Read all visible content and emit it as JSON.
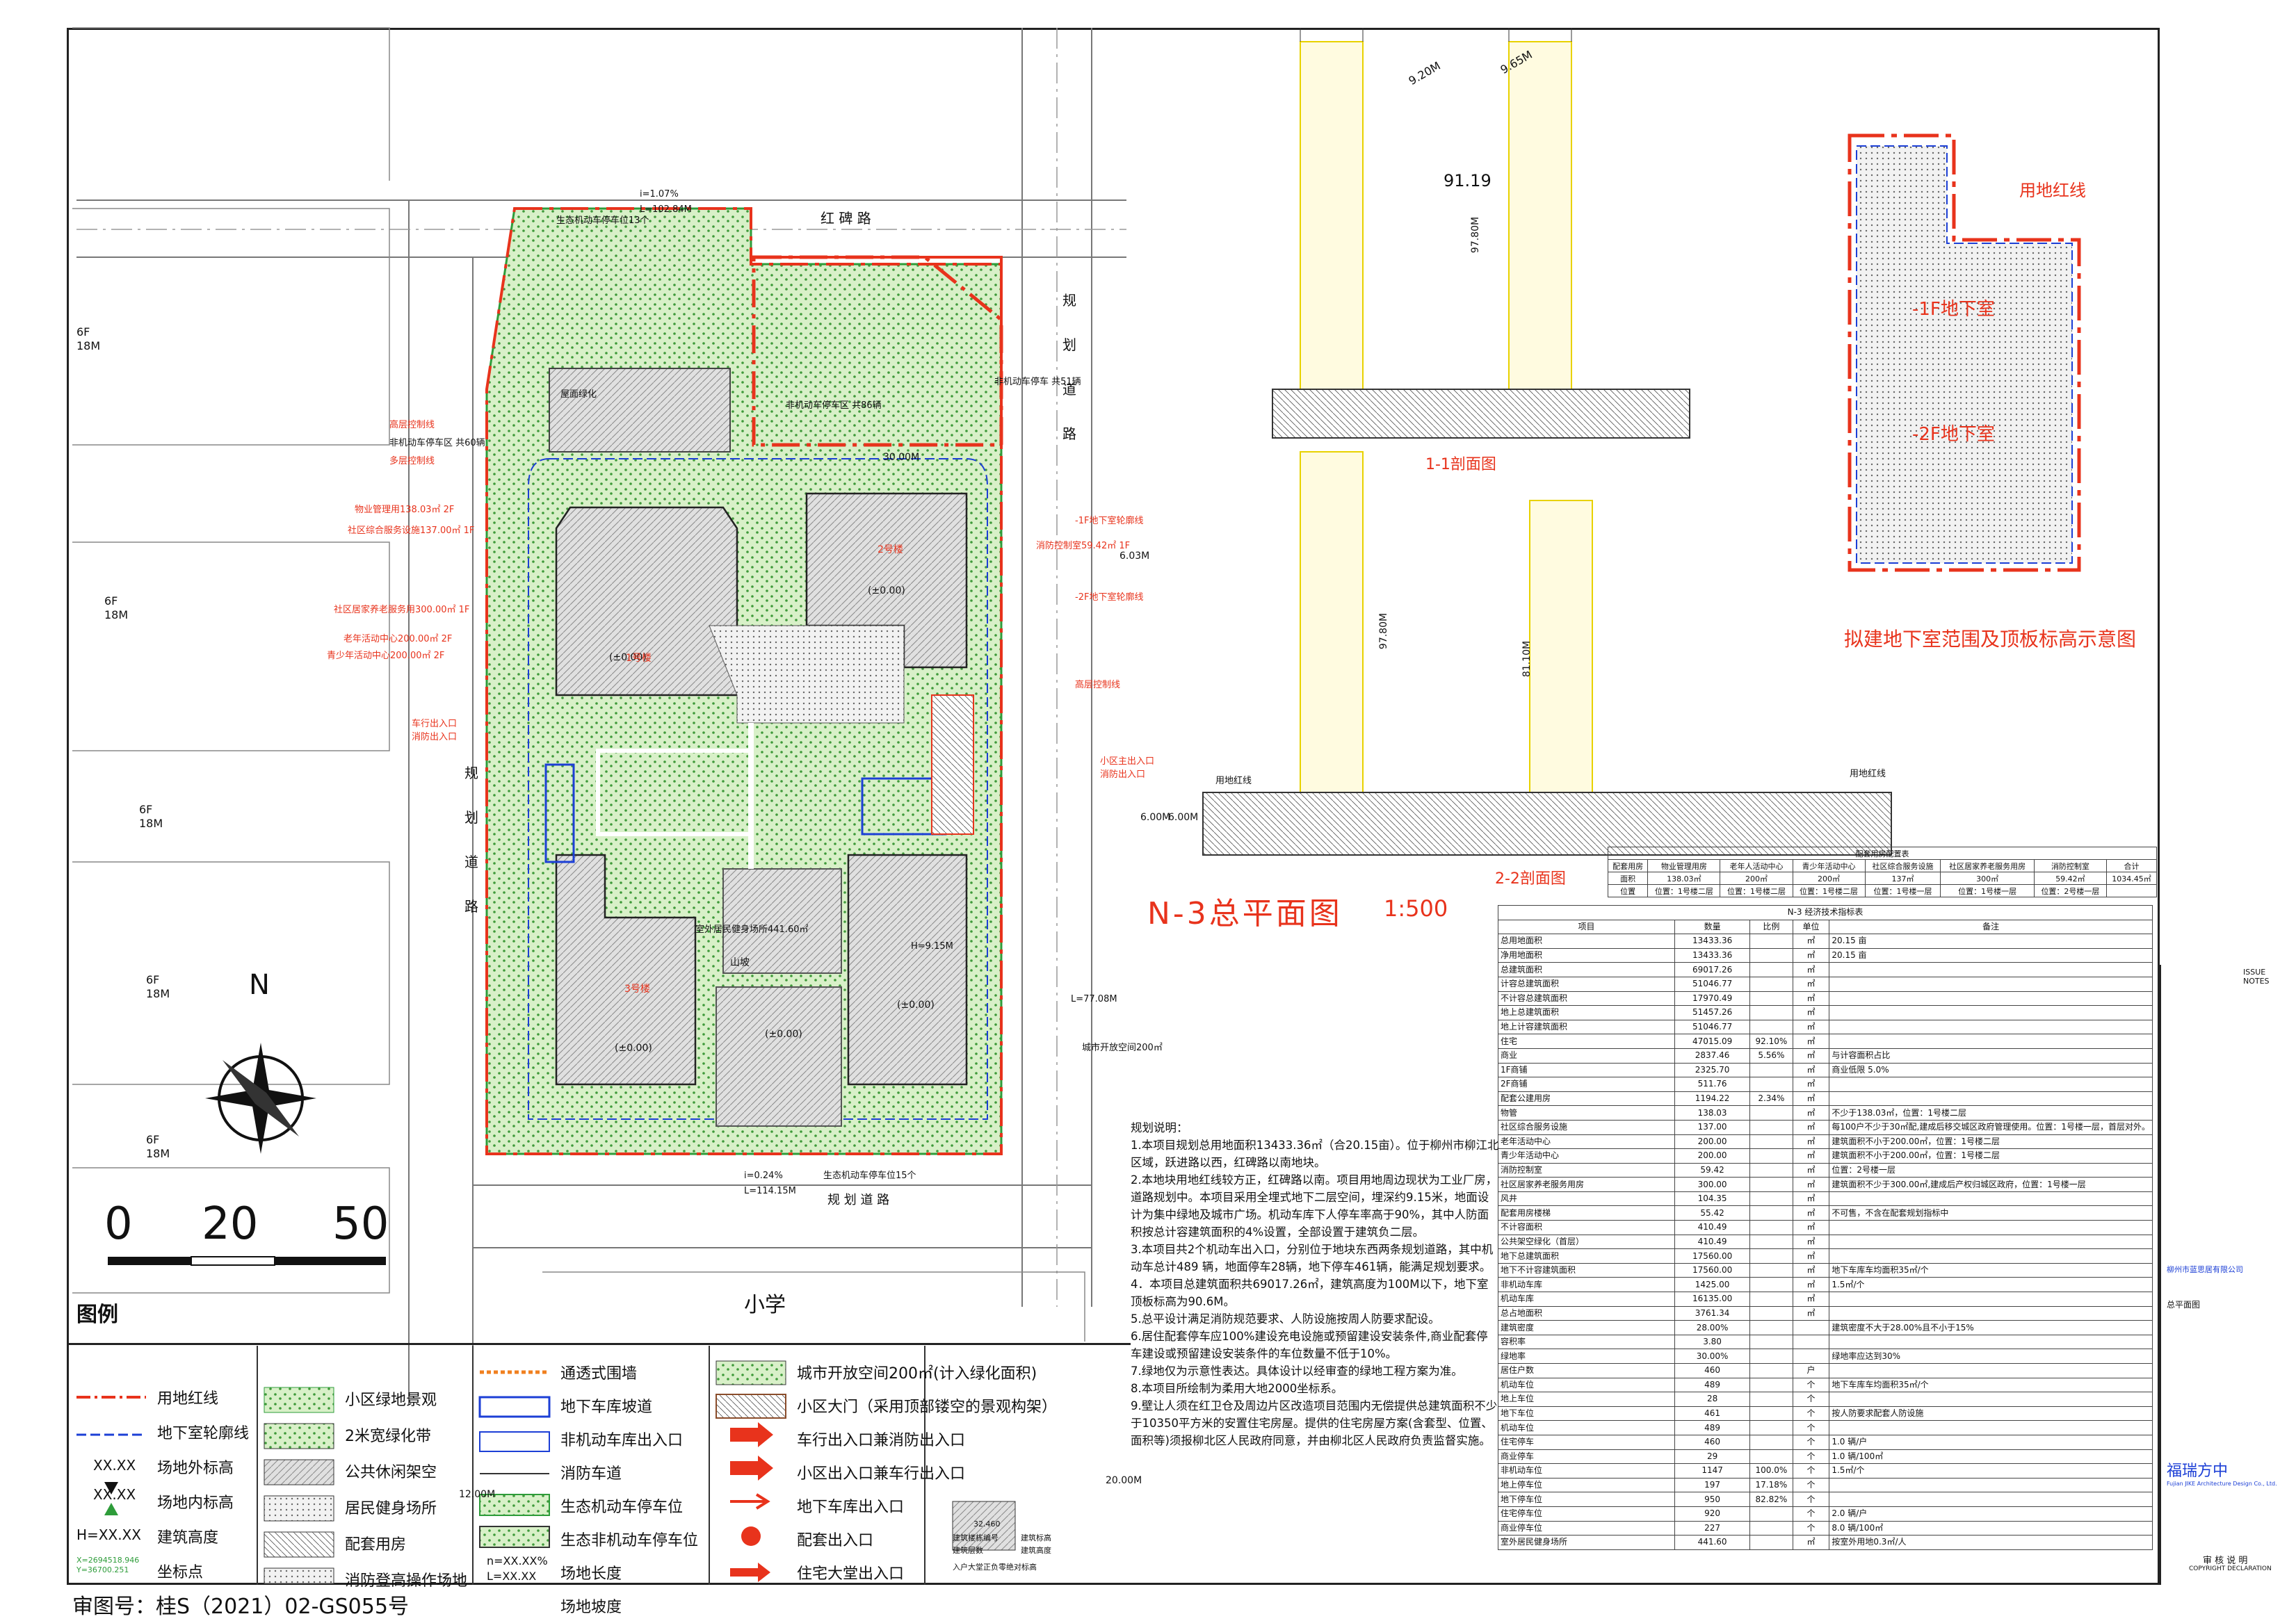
{
  "drawing": {
    "title": "N-3总平面图",
    "scale": "1:500",
    "audit_no": "审图号：桂S（2021）02-GS055号"
  },
  "roads": {
    "north": "红 碑 路",
    "east": "规 划 道 路",
    "west": "规 划 道 路",
    "south": "规 划 道 路",
    "school": "小学"
  },
  "neighbors": [
    "6F\n18M",
    "6F\n18M",
    "6F\n18M",
    "6F\n18M",
    "6F\n18M"
  ],
  "neighbor_label_a": "6F",
  "neighbor_label_b": "18M",
  "site_labels": {
    "slope_top": "i=1.07%",
    "level_top": "L=102.84M",
    "eco_parking_north": "生态机动车停车位13个",
    "nonmotor_86": "非机动车停车区 共86辆",
    "nonmotor_51": "非机动车停车 共51辆",
    "nonmotor_60": "非机动车停车区 共60辆",
    "height_ctrl": "高层控制线",
    "multi_ctrl": "多层控制线",
    "property": "物业管理用138.03㎡ 2F",
    "community_service": "社区综合服务设施137.00㎡ 1F",
    "elderly_care": "社区居家养老服务用300.00㎡ 1F",
    "elderly_center": "老年活动中心200.00㎡ 2F",
    "youth_center": "青少年活动中心200.00㎡ 2F",
    "car_entrance_fire": "车行出入口 消防出入口",
    "fire_control": "消防控制室59.42㎡ 1F",
    "b1_garage": "-1F地下室轮廓线",
    "b2_garage": "-2F地下室轮廓线",
    "height_label": "高层控制线",
    "community_entrance": "小区主出入口 消防出入口",
    "fitness": "室外居民健身场所441.60㎡",
    "open_space": "城市开放空间200㎡",
    "eco_parking_south": "生态机动车停车位15个",
    "slope_bottom": "i=0.24%",
    "level_bottom": "L=114.15M",
    "width_30": "30.00M",
    "width_6": "6.03M",
    "width_6b": "6.00M",
    "width_20": "20.00M",
    "width_12": "12.00M",
    "height_77": "L=77.08M",
    "height_9": "H=9.15M",
    "green_roof": "屋面绿化",
    "zero_a": "(±0.00)",
    "zero_b": "(±0.00)",
    "zero_c": "(±0.00)",
    "zero_d": "(±0.00)",
    "zero_e": "(±0.00)",
    "hill": "山坡",
    "tower_3": "3号楼",
    "tower_1": "1号楼",
    "tower_2": "2号楼"
  },
  "section_1": {
    "title": "1-1剖面图",
    "h_top": "91.19",
    "dim_a": "9.20M",
    "dim_b": "9.65M",
    "dim_h": "97.80M"
  },
  "section_2": {
    "title": "2-2剖面图",
    "dim_h1": "97.80M",
    "dim_h2": "81.10M",
    "dim_w": "6.00M",
    "red_line_a": "用地红线",
    "red_line_b": "用地红线"
  },
  "basement": {
    "title": "拟建地下室范围及顶板标高示意图",
    "red_line": "用地红线",
    "b1": "-1F地下室",
    "b2": "-2F地下室"
  },
  "config_table": {
    "caption": "配套用房配置表",
    "header": [
      "配套用房",
      "物业管理用房",
      "老年人活动中心",
      "青少年活动中心",
      "社区综合服务设施",
      "社区居家养老服务用房",
      "消防控制室",
      "合计"
    ],
    "row_area": [
      "面积",
      "138.03㎡",
      "200㎡",
      "200㎡",
      "137㎡",
      "300㎡",
      "59.42㎡",
      "1034.45㎡"
    ],
    "row_pos": [
      "位置",
      "位置：1号楼二层",
      "位置：1号楼二层",
      "位置：1号楼二层",
      "位置：1号楼一层",
      "位置：1号楼一层",
      "位置：2号楼一层",
      ""
    ]
  },
  "econ_table": {
    "caption": "N-3 经济技术指标表",
    "header": [
      "项目",
      "数量",
      "比例",
      "单位",
      "备注"
    ],
    "rows": [
      [
        "总用地面积",
        "13433.36",
        "",
        "㎡",
        "20.15 亩"
      ],
      [
        "净用地面积",
        "13433.36",
        "",
        "㎡",
        "20.15 亩"
      ],
      [
        "总建筑面积",
        "69017.26",
        "",
        "㎡",
        ""
      ],
      [
        "计容总建筑面积",
        "51046.77",
        "",
        "㎡",
        ""
      ],
      [
        "不计容总建筑面积",
        "17970.49",
        "",
        "㎡",
        ""
      ],
      [
        "地上总建筑面积",
        "51457.26",
        "",
        "㎡",
        ""
      ],
      [
        "地上计容建筑面积",
        "51046.77",
        "",
        "㎡",
        ""
      ],
      [
        "住宅",
        "47015.09",
        "92.10%",
        "㎡",
        ""
      ],
      [
        "商业",
        "2837.46",
        "5.56%",
        "㎡",
        "与计容面积占比"
      ],
      [
        "1F商铺",
        "2325.70",
        "",
        "㎡",
        "商业低限 5.0%"
      ],
      [
        "2F商铺",
        "511.76",
        "",
        "㎡",
        ""
      ],
      [
        "配套公建用房",
        "1194.22",
        "2.34%",
        "㎡",
        ""
      ],
      [
        "物管",
        "138.03",
        "",
        "㎡",
        "不少于138.03㎡，位置：1号楼二层"
      ],
      [
        "社区综合服务设施",
        "137.00",
        "",
        "㎡",
        "每100户不少于30㎡配,建成后移交城区政府管理使用。位置：1号楼一层，首层对外。"
      ],
      [
        "老年活动中心",
        "200.00",
        "",
        "㎡",
        "建筑面积不小于200.00㎡，位置：1号楼二层"
      ],
      [
        "青少年活动中心",
        "200.00",
        "",
        "㎡",
        "建筑面积不小于200.00㎡，位置：1号楼二层"
      ],
      [
        "消防控制室",
        "59.42",
        "",
        "㎡",
        "位置：2号楼一层"
      ],
      [
        "社区居家养老服务用房",
        "300.00",
        "",
        "㎡",
        "建筑面积不少于300.00㎡,建成后产权归城区政府，位置：1号楼一层"
      ],
      [
        "风井",
        "104.35",
        "",
        "㎡",
        ""
      ],
      [
        "配套用房楼梯",
        "55.42",
        "",
        "㎡",
        "不可售，不含在配套规划指标中"
      ],
      [
        "不计容面积",
        "410.49",
        "",
        "㎡",
        ""
      ],
      [
        "公共架空绿化（首层）",
        "410.49",
        "",
        "㎡",
        ""
      ],
      [
        "地下总建筑面积",
        "17560.00",
        "",
        "㎡",
        ""
      ],
      [
        "地下不计容建筑面积",
        "17560.00",
        "",
        "㎡",
        "地下车库车均面积35㎡/个"
      ],
      [
        "非机动车库",
        "1425.00",
        "",
        "㎡",
        "1.5㎡/个"
      ],
      [
        "机动车库",
        "16135.00",
        "",
        "㎡",
        ""
      ],
      [
        "总占地面积",
        "3761.34",
        "",
        "㎡",
        ""
      ],
      [
        "建筑密度",
        "28.00%",
        "",
        "",
        "建筑密度不大于28.00%且不小于15%"
      ],
      [
        "容积率",
        "3.80",
        "",
        "",
        ""
      ],
      [
        "绿地率",
        "30.00%",
        "",
        "",
        "绿地率应达到30%"
      ],
      [
        "居住户数",
        "460",
        "",
        "户",
        ""
      ],
      [
        "机动车位",
        "489",
        "",
        "个",
        "地下车库车均面积35㎡/个"
      ],
      [
        "地上车位",
        "28",
        "",
        "个",
        ""
      ],
      [
        "地下车位",
        "461",
        "",
        "个",
        "按人防要求配套人防设施"
      ],
      [
        "机动车位",
        "489",
        "",
        "个",
        ""
      ],
      [
        "住宅停车",
        "460",
        "",
        "个",
        "1.0 辆/户"
      ],
      [
        "商业停车",
        "29",
        "",
        "个",
        "1.0 辆/100㎡"
      ],
      [
        "非机动车位",
        "1147",
        "100.0%",
        "个",
        "1.5㎡/个"
      ],
      [
        "地上停车位",
        "197",
        "17.18%",
        "个",
        ""
      ],
      [
        "地下停车位",
        "950",
        "82.82%",
        "个",
        ""
      ],
      [
        "住宅停车位",
        "920",
        "",
        "个",
        "2.0 辆/户"
      ],
      [
        "商业停车位",
        "227",
        "",
        "个",
        "8.0 辆/100㎡"
      ],
      [
        "室外居民健身场所",
        "441.60",
        "",
        "㎡",
        "按室外用地0.3㎡/人"
      ]
    ]
  },
  "notes": {
    "heading": "规划说明：",
    "items": [
      "1.本项目规划总用地面积13433.36㎡（合20.15亩）。位于柳州市柳江北区域，跃进路以西，红碑路以南地块。",
      "2.本地块用地红线较方正，红碑路以南。项目用地周边现状为工业厂房，道路规划中。本项目采用全埋式地下二层空间，埋深约9.15米，地面设计为集中绿地及城市广场。机动车库下人停车率高于90%，其中人防面积按总计容建筑面积的4%设置，全部设置于建筑负二层。",
      "3.本项目共2个机动车出入口，分别位于地块东西两条规划道路，其中机动车总计489 辆，地面停车28辆，地下停车461辆，能满足规划要求。",
      "4．本项目总建筑面积共69017.26㎡，建筑高度为100M以下，地下室顶板标高为90.6M。",
      "5.总平设计满足消防规范要求、人防设施按周人防要求配设。",
      "6.居住配套停车应100%建设充电设施或预留建设安装条件,商业配套停车建设或预留建设安装条件的车位数量不低于10%。",
      "7.绿地仅为示意性表达。具体设计以经审查的绿地工程方案为准。",
      "8.本项目所绘制为柔用大地2000坐标系。",
      "9.壁让人须在红卫仓及周边片区改造项目范围内无偿提供总建筑面积不少于10350平方米的安置住宅房屋。提供的住宅房屋方案(含套型、位置、面积等)须报柳北区人民政府同意，并由柳北区人民政府负责监督实施。"
    ]
  },
  "legend": {
    "title": "图例",
    "col1": [
      "用地红线",
      "地下室轮廓线",
      "场地外标高",
      "场地内标高",
      "建筑高度",
      "坐标点"
    ],
    "col1_marks": [
      "XX.XX",
      "XX.XX",
      "H=XX.XX",
      "X=2694518.946\nY=36700.251"
    ],
    "mark_out": "XX.XX",
    "mark_in": "XX.XX",
    "mark_h": "H=XX.XX",
    "mark_coord": "X=2694518.946",
    "mark_coord2": "Y=36700.251",
    "col2": [
      "小区绿地景观",
      "2米宽绿化带",
      "公共休闲架空",
      "居民健身场所",
      "配套用房",
      "消防登高操作场地"
    ],
    "col3": [
      "通透式围墙",
      "地下车库坡道",
      "非机动车库出入口",
      "消防车道",
      "生态机动车停车位",
      "生态非机动车停车位",
      "场地长度",
      "场地坡度"
    ],
    "eco_mark": "n=XX.XX%",
    "len_mark": "L=XX.XX",
    "col4": [
      "城市开放空间200㎡(计入绿化面积)",
      "小区大门（采用顶部镂空的景观构架）",
      "车行出入口兼消防出入口",
      "小区出入口兼车行出入口",
      "地下车库出入口",
      "配套出入口",
      "住宅大堂出入口"
    ],
    "bldg_no": "建筑楼栋编号",
    "bldg_floor": "建筑层数",
    "bldg_elev": "建筑标高",
    "bldg_h": "建筑高度",
    "bldg_val": "32.460",
    "bldg_entry": "入户大堂正负零绝对标高"
  },
  "north": {
    "label": "N",
    "scale_ticks": [
      "0",
      "20",
      "50"
    ]
  },
  "title_block": {
    "issue": "ISSUE NOTES",
    "company": "福瑞方中",
    "company_en": "Fujian JIKE Architecture Design Co., Ltd.",
    "client": "柳州市蓝思居有限公司",
    "drawing_name": "总平面图",
    "stamp": "审 核 说 明",
    "stamp_en": "COPYRIGHT DECLARATION"
  },
  "colors": {
    "red_line": "#e8331c",
    "blue_line": "#1c3fd6",
    "green": "#2e9c3a",
    "yellow": "#e8d200",
    "grey": "#9a9a9a"
  }
}
